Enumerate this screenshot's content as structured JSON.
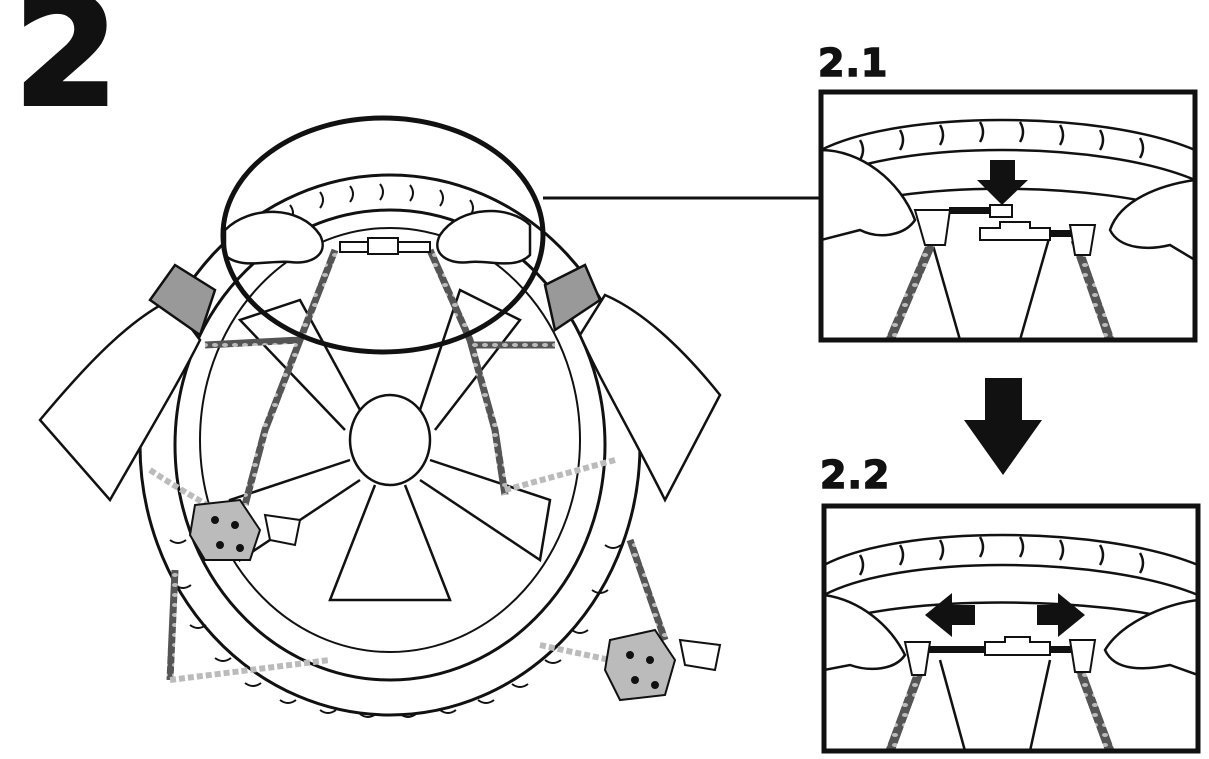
{
  "step": {
    "number": "2"
  },
  "panels": [
    {
      "label": "2.1"
    },
    {
      "label": "2.2"
    }
  ]
}
